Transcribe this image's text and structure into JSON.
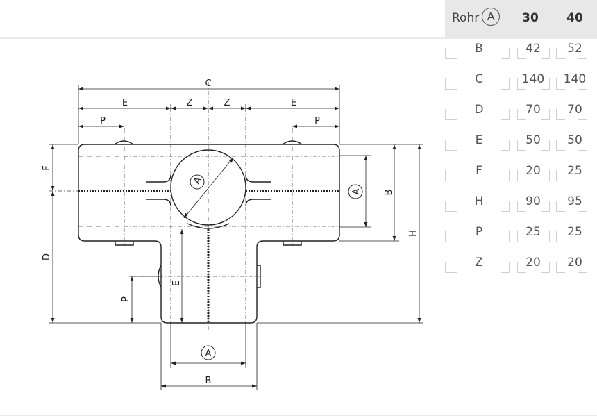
{
  "table": {
    "header": {
      "label": "Rohr",
      "marker": "A",
      "col1": "30",
      "col2": "40"
    },
    "rows": [
      {
        "label": "B",
        "v30": "42",
        "v40": "52"
      },
      {
        "label": "C",
        "v30": "140",
        "v40": "140"
      },
      {
        "label": "D",
        "v30": "70",
        "v40": "70"
      },
      {
        "label": "E",
        "v30": "50",
        "v40": "50"
      },
      {
        "label": "F",
        "v30": "20",
        "v40": "25"
      },
      {
        "label": "H",
        "v30": "90",
        "v40": "95"
      },
      {
        "label": "P",
        "v30": "25",
        "v40": "25"
      },
      {
        "label": "Z",
        "v30": "20",
        "v40": "20"
      }
    ]
  },
  "drawing": {
    "dims": {
      "C": "C",
      "E_left": "E",
      "Z_left": "Z",
      "Z_right": "Z",
      "E_right": "E",
      "P_left": "P",
      "P_right": "P",
      "F": "F",
      "D": "D",
      "B_right": "B",
      "H": "H",
      "P_vertical": "P",
      "E_vertical": "E",
      "B_bottom": "B"
    },
    "markers": {
      "center": "A",
      "right": "A",
      "bottom": "A"
    }
  }
}
